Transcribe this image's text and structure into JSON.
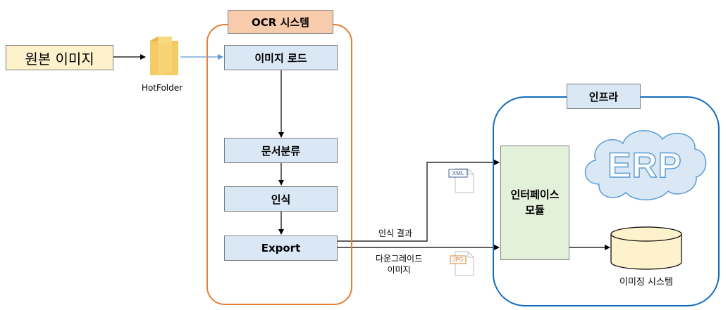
{
  "source": {
    "label": "원본 이미지"
  },
  "hotfolder": {
    "label": "HotFolder"
  },
  "ocr": {
    "title": "OCR 시스템",
    "steps": [
      {
        "label": "이미지 로드"
      },
      {
        "label": "문서분류"
      },
      {
        "label": "인식"
      },
      {
        "label": "Export"
      }
    ]
  },
  "infra": {
    "title": "인프라",
    "interface_module": "인터페이스 모듈",
    "erp": "ERP",
    "imaging_system": "이미징 시스템"
  },
  "edges": {
    "recognition_result": "인식 결과",
    "downgrade_line1": "다운그레이드",
    "downgrade_line2": "이미지"
  },
  "file_icons": {
    "xml": "XML",
    "jpg": "JPG"
  },
  "colors": {
    "source_fill": "#fdf2cc",
    "ocr_title_fill": "#f8cbad",
    "ocr_border": "#e57e37",
    "step_fill": "#dae8f6",
    "infra_border": "#0f6cbf",
    "interface_fill": "#e3f0da",
    "cloud_fill": "#dae8f6",
    "cylinder_fill": "#fdf2cc"
  }
}
